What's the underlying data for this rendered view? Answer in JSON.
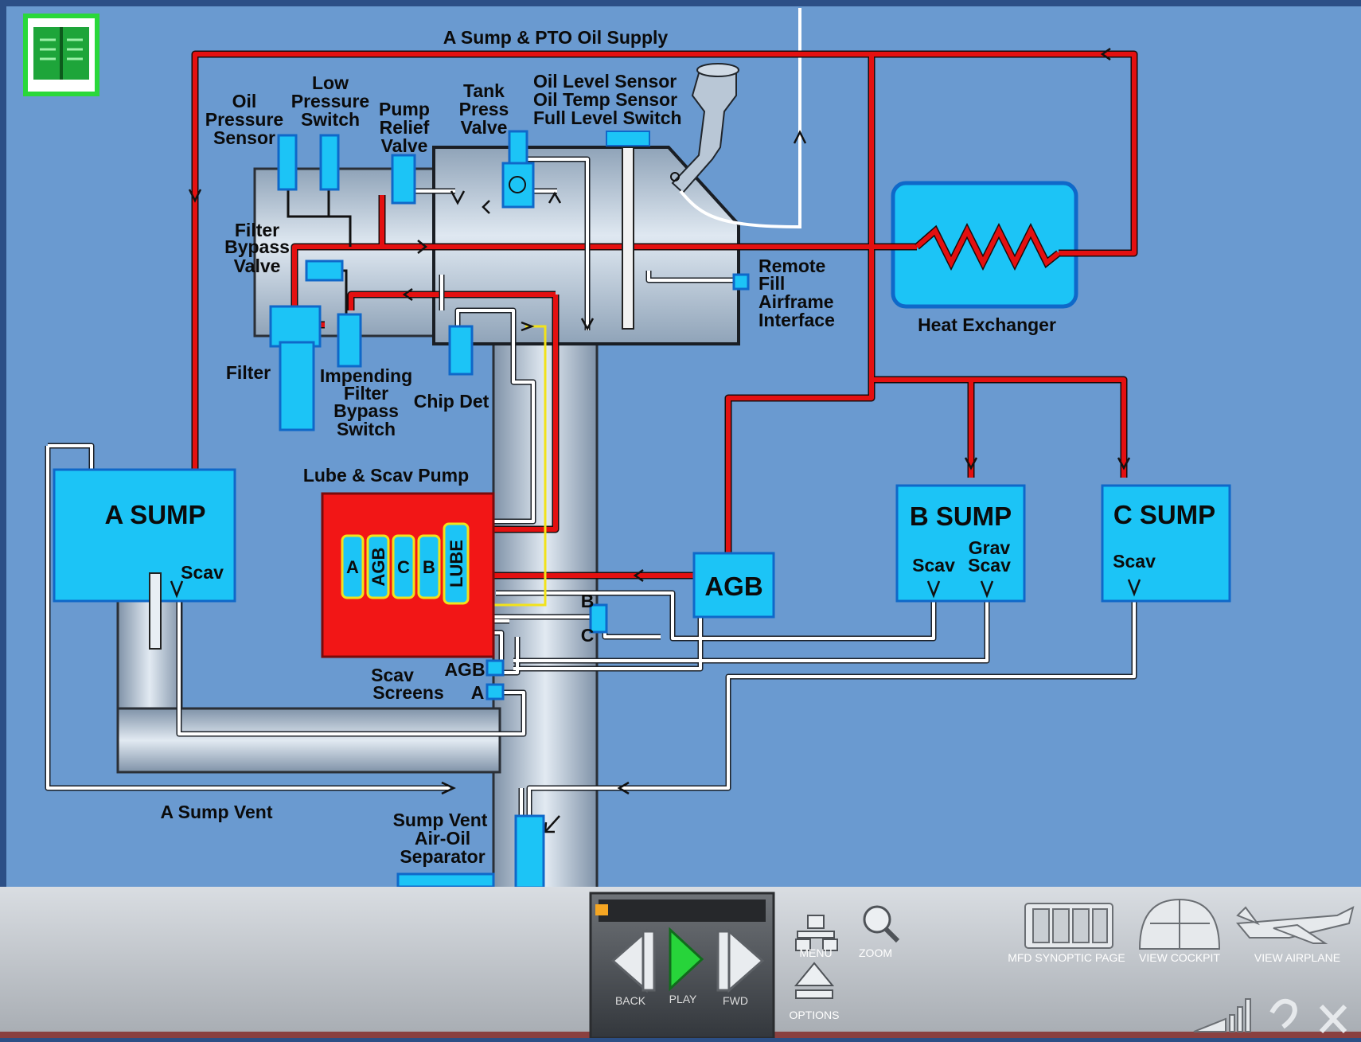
{
  "diagram": {
    "supply_title": "A Sump & PTO Oil Supply",
    "oil_pressure_sensor": [
      "Oil",
      "Pressure",
      "Sensor"
    ],
    "low_pressure_switch": [
      "Low",
      "Pressure",
      "Switch"
    ],
    "pump_relief_valve": [
      "Pump",
      "Relief",
      "Valve"
    ],
    "tank_press_valve": [
      "Tank",
      "Press",
      "Valve"
    ],
    "tank_sensors": [
      "Oil Level Sensor",
      "Oil Temp Sensor",
      "Full Level Switch"
    ],
    "filter_bypass_valve": [
      "Filter",
      "Bypass",
      "Valve"
    ],
    "remote_fill": [
      "Remote",
      "Fill",
      "Airframe",
      "Interface"
    ],
    "heat_exchanger": "Heat Exchanger",
    "filter": "Filter",
    "impending_switch": [
      "Impending",
      "Filter",
      "Bypass",
      "Switch"
    ],
    "chip_det": "Chip Det",
    "lube_scav_pump": "Lube & Scav Pump",
    "pump_elements": [
      "A",
      "AGB",
      "C",
      "B",
      "LUBE"
    ],
    "a_sump": "A SUMP",
    "b_sump": "B SUMP",
    "c_sump": "C SUMP",
    "agb": "AGB",
    "scav": "Scav",
    "grav_scav": [
      "Grav",
      "Scav"
    ],
    "b_mark": "B",
    "c_mark": "C",
    "scav_screens": [
      "Scav",
      "Screens"
    ],
    "screen_agb": "AGB",
    "screen_a": "A",
    "a_sump_vent": "A Sump Vent",
    "sump_vent_separator": [
      "Sump Vent",
      "Air-Oil",
      "Separator"
    ]
  },
  "toolbar": {
    "back": "BACK",
    "play": "PLAY",
    "fwd": "FWD",
    "menu": "MENU",
    "zoom": "ZOOM",
    "options": "OPTIONS",
    "mfd_synoptic": "MFD SYNOPTIC PAGE",
    "view_cockpit": "VIEW COCKPIT",
    "view_airplane": "VIEW AIRPLANE"
  },
  "colors": {
    "background": "#6a9ad0",
    "oil_supply": "#e41010",
    "component": "#1cc4f6",
    "tank": "#b4c8dc"
  }
}
